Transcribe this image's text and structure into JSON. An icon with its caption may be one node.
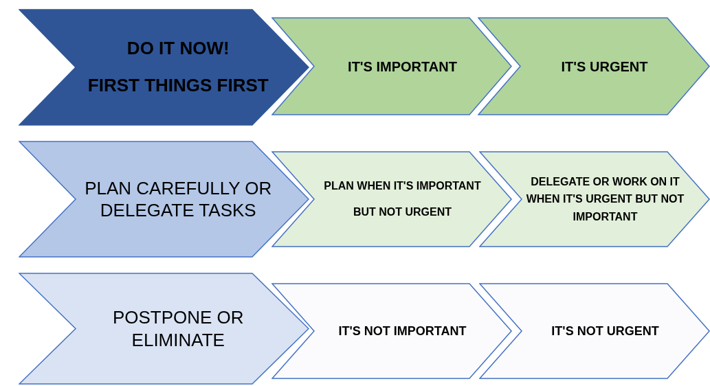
{
  "diagram": {
    "nodes": [
      {
        "text": [
          "DO IT NOW!",
          "FIRST THINGS FIRST"
        ]
      },
      {
        "text": [
          "IT'S IMPORTANT"
        ]
      },
      {
        "text": [
          "IT'S URGENT"
        ]
      },
      {
        "text": [
          "PLAN CAREFULLY OR DELEGATE TASKS"
        ]
      },
      {
        "text": [
          "PLAN WHEN IT'S IMPORTANT",
          "BUT NOT URGENT"
        ]
      },
      {
        "text": [
          "DELEGATE OR WORK ON IT WHEN IT'S URGENT BUT NOT IMPORTANT"
        ]
      },
      {
        "text": [
          "POSTPONE OR ELIMINATE"
        ]
      },
      {
        "text": [
          "IT'S NOT IMPORTANT"
        ]
      },
      {
        "text": [
          "IT'S NOT URGENT"
        ]
      }
    ]
  }
}
